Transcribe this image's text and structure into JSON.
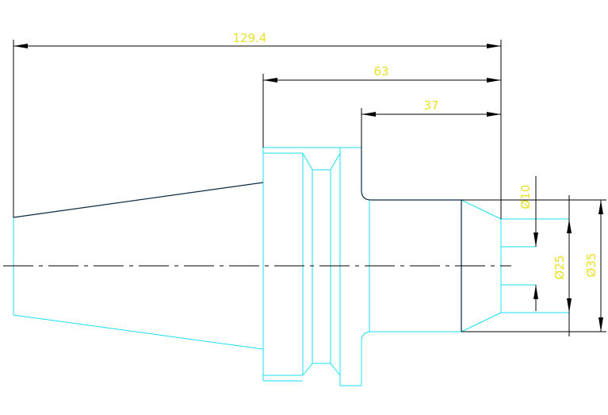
{
  "colors": {
    "background": "#ffffff",
    "dimension_line": "#000000",
    "dimension_text": "#e8e22a",
    "outline_cyan": "#19e0f0",
    "outline_dark": "#0a2a44",
    "centerline": "#000000"
  },
  "dimensions": {
    "overall_length": "129.4",
    "flange_to_end": "63",
    "shank_length": "37",
    "bore_diameter": "Ø10",
    "counterbore_diameter": "Ø25",
    "shank_diameter": "Ø35"
  }
}
